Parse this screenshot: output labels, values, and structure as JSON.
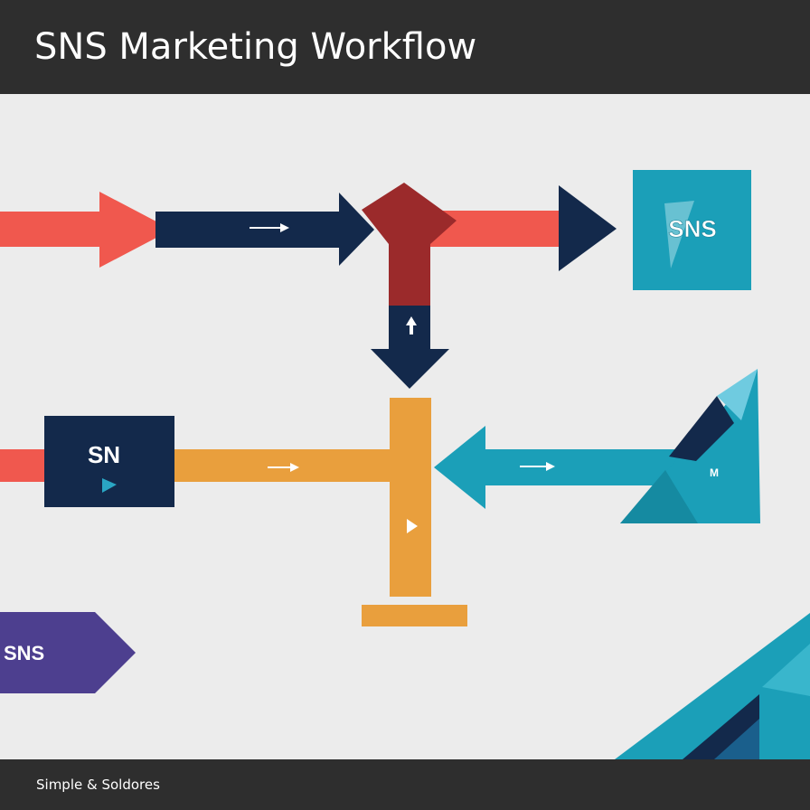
{
  "header": {
    "title": "SNS Marketing Workflow"
  },
  "diagram": {
    "logo_top_label": "SNS",
    "box_left_label": "SN",
    "triangle_label": "M",
    "pentagon_label": "SNS"
  },
  "footer": {
    "text": "Simple & Soldores"
  },
  "colors": {
    "header_bg": "#2e2e2e",
    "background": "#ececec",
    "coral": "#f0584e",
    "navy": "#13294b",
    "crimson": "#9b2a2b",
    "orange": "#e99f3d",
    "teal": "#1b9fb8",
    "purple": "#4d3f8f"
  },
  "icons": [
    "right-arrow-icon",
    "up-arrow-icon",
    "play-icon"
  ]
}
